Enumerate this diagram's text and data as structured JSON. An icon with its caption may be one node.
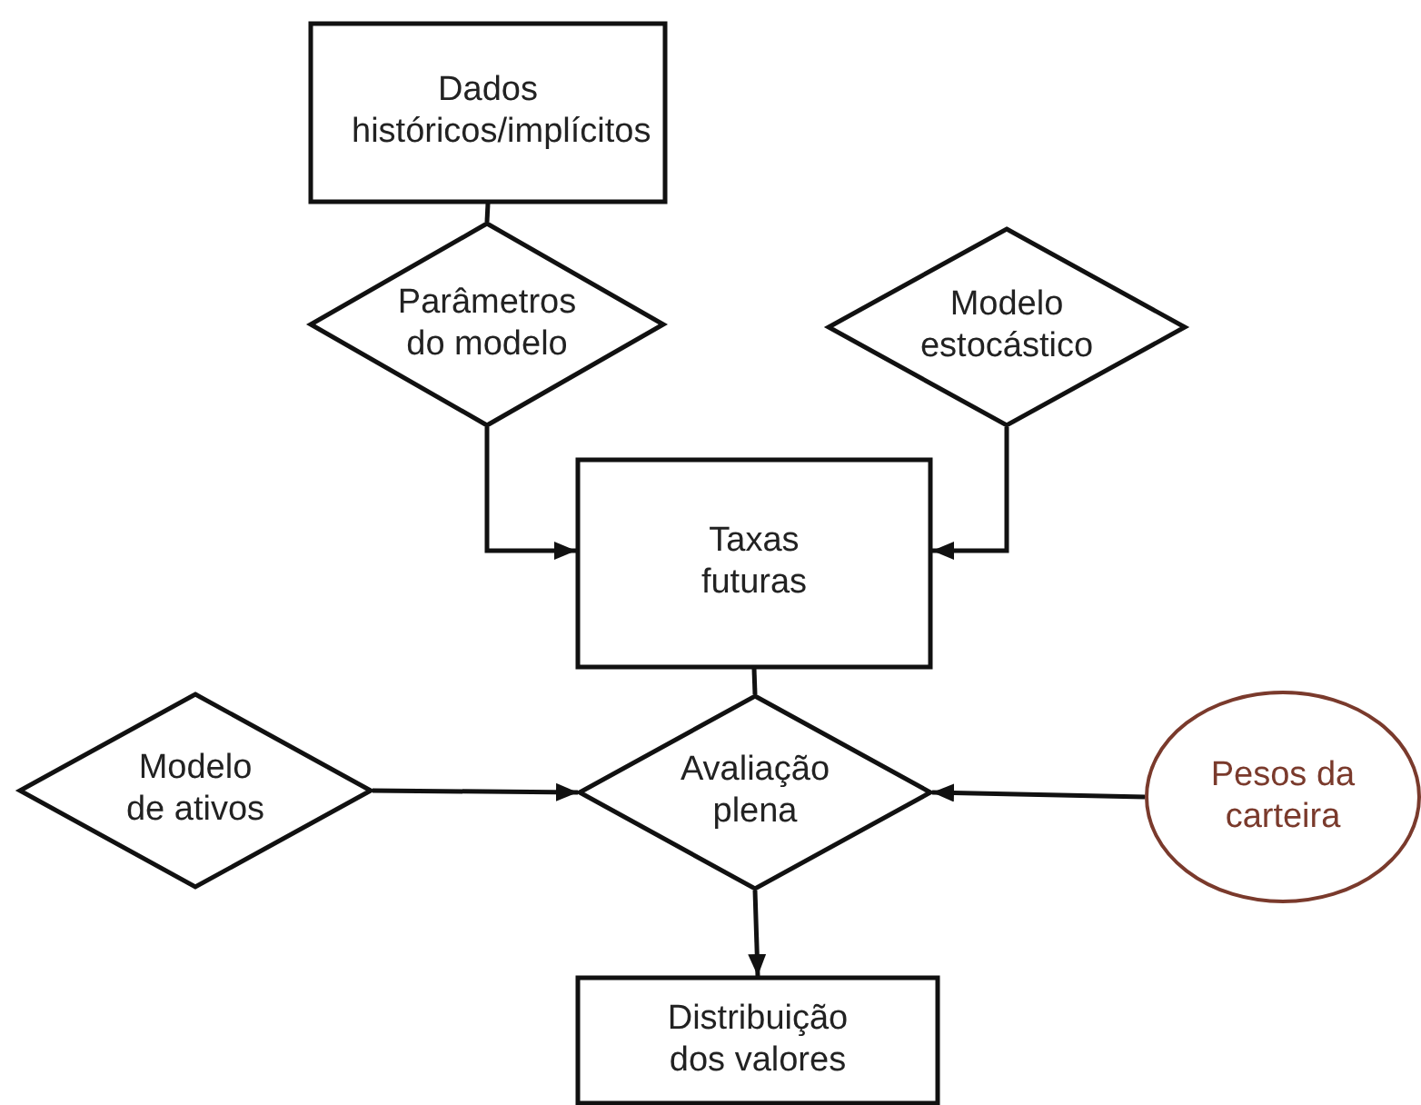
{
  "diagram": {
    "nodes": [
      {
        "text": [
          "Dados históricos/implícitos"
        ]
      },
      {
        "text": [
          "Parâmetros do modelo"
        ]
      },
      {
        "text": [
          "Modelo estocástico"
        ]
      },
      {
        "text": [
          "Taxas futuras"
        ]
      },
      {
        "text": [
          "Modelo de ativos"
        ]
      },
      {
        "text": [
          "Avaliação plena"
        ]
      },
      {
        "text": [
          "Pesos da carteira"
        ]
      },
      {
        "text": [
          "Distribuição dos valores"
        ]
      }
    ],
    "edges": [
      {
        "from": 0,
        "to": 1,
        "arrow": "none"
      },
      {
        "from": 1,
        "to": 3,
        "arrow": "to"
      },
      {
        "from": 2,
        "to": 3,
        "arrow": "to"
      },
      {
        "from": 3,
        "to": 5,
        "arrow": "none"
      },
      {
        "from": 4,
        "to": 5,
        "arrow": "to"
      },
      {
        "from": 6,
        "to": 5,
        "arrow": "to"
      },
      {
        "from": 5,
        "to": 7,
        "arrow": "to"
      }
    ]
  }
}
